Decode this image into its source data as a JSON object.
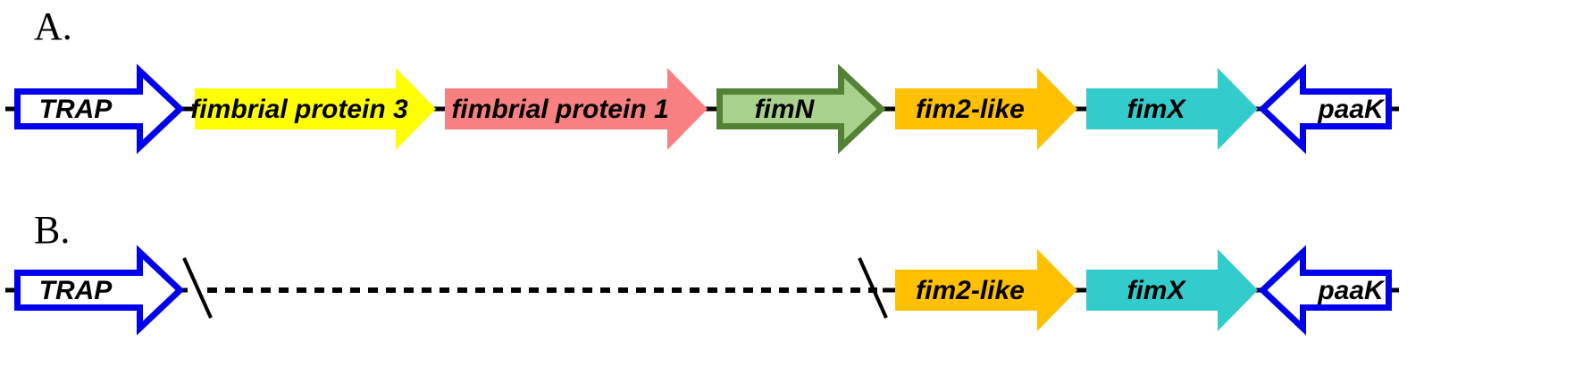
{
  "panels": [
    {
      "label": "A.",
      "genes": [
        {
          "name": "TRAP",
          "direction": "right",
          "fill": "#ffffff",
          "stroke": "#0000ee"
        },
        {
          "name": "fimbrial protein 3",
          "direction": "right",
          "fill": "#ffff00",
          "stroke": "none"
        },
        {
          "name": "fimbrial protein 1",
          "direction": "right",
          "fill": "#f98080",
          "stroke": "none"
        },
        {
          "name": "fimN",
          "direction": "right",
          "fill": "#a9d18e",
          "stroke": "#548235"
        },
        {
          "name": "fim2-like",
          "direction": "right",
          "fill": "#ffc000",
          "stroke": "none"
        },
        {
          "name": "fimX",
          "direction": "right",
          "fill": "#33cccc",
          "stroke": "none"
        },
        {
          "name": "paaK",
          "direction": "left",
          "fill": "#ffffff",
          "stroke": "#0000ee"
        }
      ]
    },
    {
      "label": "B.",
      "deletion": true,
      "genes": [
        {
          "name": "TRAP",
          "direction": "right",
          "fill": "#ffffff",
          "stroke": "#0000ee"
        },
        {
          "name": "fim2-like",
          "direction": "right",
          "fill": "#ffc000",
          "stroke": "none"
        },
        {
          "name": "fimX",
          "direction": "right",
          "fill": "#33cccc",
          "stroke": "none"
        },
        {
          "name": "paaK",
          "direction": "left",
          "fill": "#ffffff",
          "stroke": "#0000ee"
        }
      ]
    }
  ]
}
